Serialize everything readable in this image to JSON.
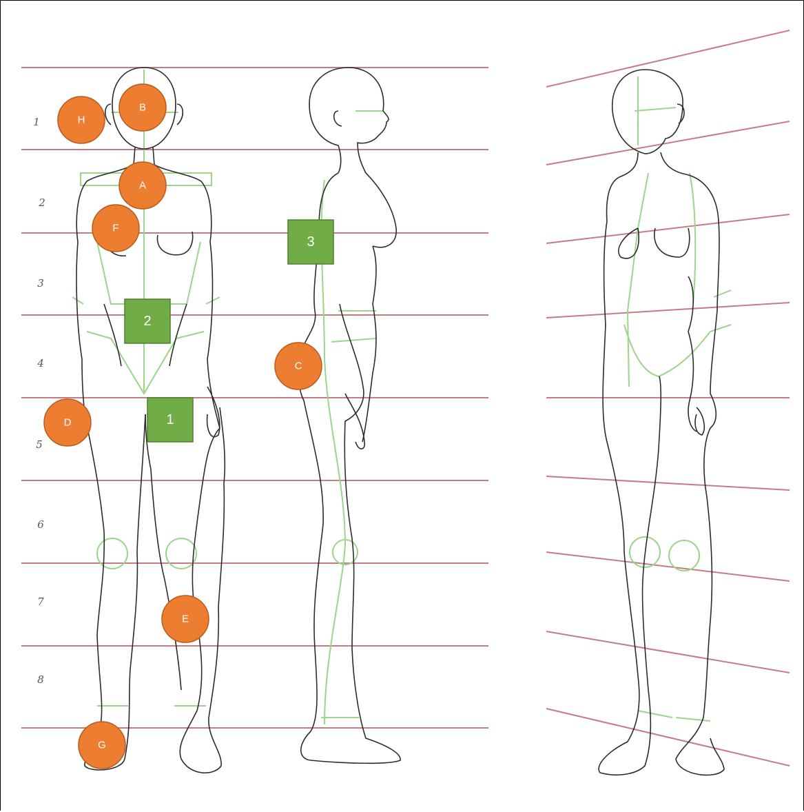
{
  "row_numbers": [
    "1",
    "2",
    "3",
    "4",
    "5",
    "6",
    "7",
    "8"
  ],
  "circle_markers": [
    {
      "id": "A"
    },
    {
      "id": "B"
    },
    {
      "id": "C"
    },
    {
      "id": "D"
    },
    {
      "id": "E"
    },
    {
      "id": "F"
    },
    {
      "id": "G"
    },
    {
      "id": "H"
    }
  ],
  "square_markers": [
    {
      "id": "1"
    },
    {
      "id": "2"
    },
    {
      "id": "3"
    }
  ],
  "colors": {
    "guide_line": "#c77b80",
    "circle_marker": "#ed7d31",
    "circle_border": "#b85a1c",
    "square_marker": "#70ad47",
    "square_border": "#4e7f31",
    "body_outline": "#2b2b2b",
    "construction": "#9ad58a"
  }
}
